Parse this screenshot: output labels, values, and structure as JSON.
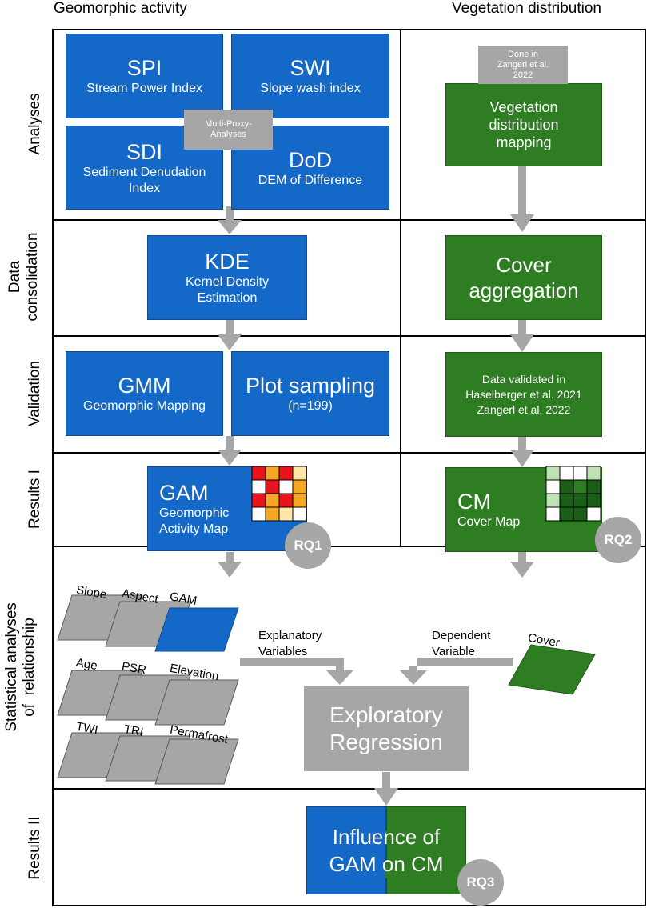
{
  "columns": {
    "left": "Geomorphic activity",
    "right": "Vegetation distribution"
  },
  "rows": {
    "analyses": "Analyses",
    "data_consolidation": "Data\nconsolidation",
    "validation": "Validation",
    "results1": "Results I",
    "statistical": "Statistical analyses\nof  relationship",
    "results2": "Results II"
  },
  "boxes": {
    "spi": {
      "title": "SPI",
      "sub": "Stream Power Index"
    },
    "swi": {
      "title": "SWI",
      "sub": "Slope wash index"
    },
    "sdi": {
      "title": "SDI",
      "sub": "Sediment Denudation\nIndex"
    },
    "dod": {
      "title": "DoD",
      "sub": "DEM of Difference"
    },
    "multi_proxy": "Multi-Proxy-\nAnalyses",
    "done_in": "Done in\nZangerl et al.\n2022",
    "veg_mapping": "Vegetation\ndistribution\nmapping",
    "kde": {
      "title": "KDE",
      "sub": "Kernel Density\nEstimation"
    },
    "cover_agg": "Cover\naggregation",
    "gmm": {
      "title": "GMM",
      "sub": "Geomorphic Mapping"
    },
    "plot": {
      "title": "Plot sampling",
      "sub": "(n=199)"
    },
    "validated": "Data validated in\nHaselberger et al. 2021\nZangerl et al. 2022",
    "gam": {
      "title": "GAM",
      "sub": "Geomorphic\nActivity Map"
    },
    "cm": {
      "title": "CM",
      "sub": "Cover Map"
    },
    "exploratory": "Exploratory\nRegression",
    "influence": "Influence of\nGAM on CM"
  },
  "research_questions": {
    "rq1": "RQ1",
    "rq2": "RQ2",
    "rq3": "RQ3"
  },
  "layers": {
    "slope": "Slope",
    "aspect": "Aspect",
    "gam": "GAM",
    "age": "Age",
    "psr": "PSR",
    "elevation": "Elevation",
    "twi": "TWI",
    "tri": "TRI",
    "permafrost": "Permafrost",
    "cover": "Cover"
  },
  "labels": {
    "explanatory": "Explanatory\nVariables",
    "dependent": "Dependent\nVariable"
  },
  "colors": {
    "blue": "#1469c8",
    "green": "#2e7d22",
    "grey": "#a6a6a6",
    "red": "#e8141c",
    "orange": "#f5a623",
    "pale_yellow": "#fde7a6",
    "dark_green": "#1a5e17",
    "light_green": "#bfe2b5"
  },
  "grids": {
    "gam": [
      [
        "#e8141c",
        "#f5a623",
        "#e8141c",
        "#fde7a6"
      ],
      [
        "#ffffff",
        "#e8141c",
        "#ffffff",
        "#f5a623"
      ],
      [
        "#e8141c",
        "#f5a623",
        "#e8141c",
        "#f5a623"
      ],
      [
        "#ffffff",
        "#f5a623",
        "#fde7a6",
        "#ffffff"
      ]
    ],
    "cm": [
      [
        "#bfe2b5",
        "#ffffff",
        "#ffffff",
        "#bfe2b5"
      ],
      [
        "#ffffff",
        "#1a5e17",
        "#2e7d22",
        "#1a5e17"
      ],
      [
        "#bfe2b5",
        "#1a5e17",
        "#1a5e17",
        "#1a5e17"
      ],
      [
        "#ffffff",
        "#1a5e17",
        "#1a5e17",
        "#ffffff"
      ]
    ]
  }
}
